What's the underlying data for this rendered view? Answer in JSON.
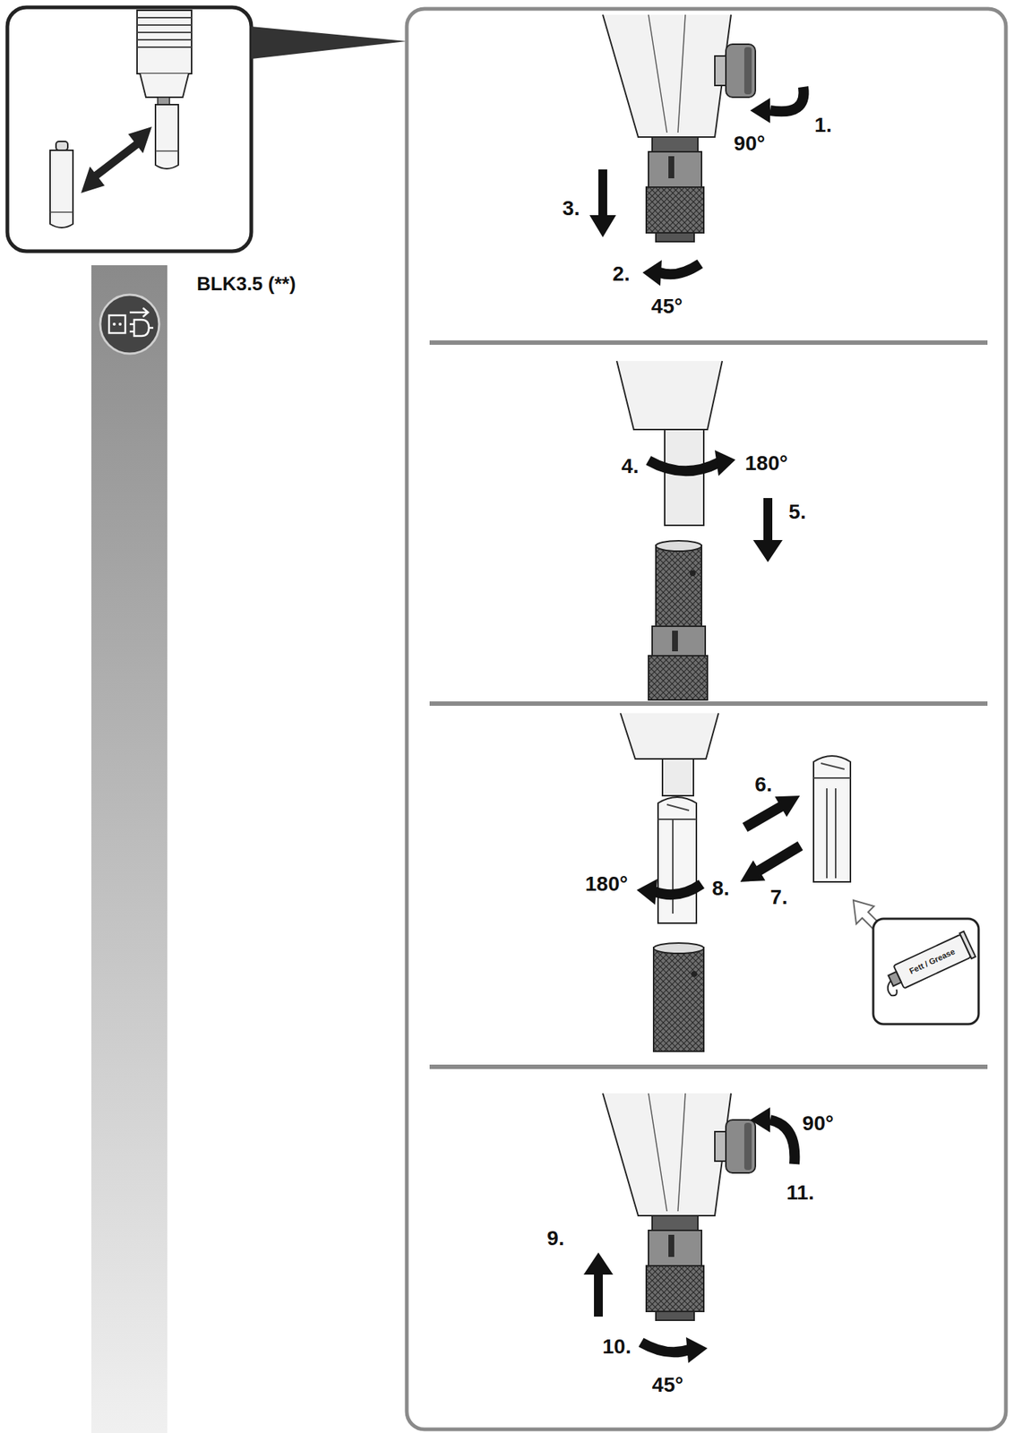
{
  "diagram": {
    "title": "BLK3.5 (**)",
    "labels": [
      "1.",
      "90°",
      "3.",
      "2.",
      "45°",
      "4.",
      "180°",
      "5.",
      "6.",
      "7.",
      "8.",
      "180°",
      "Fett / Grease",
      "9.",
      "10.",
      "45°",
      "11.",
      "90°"
    ]
  }
}
